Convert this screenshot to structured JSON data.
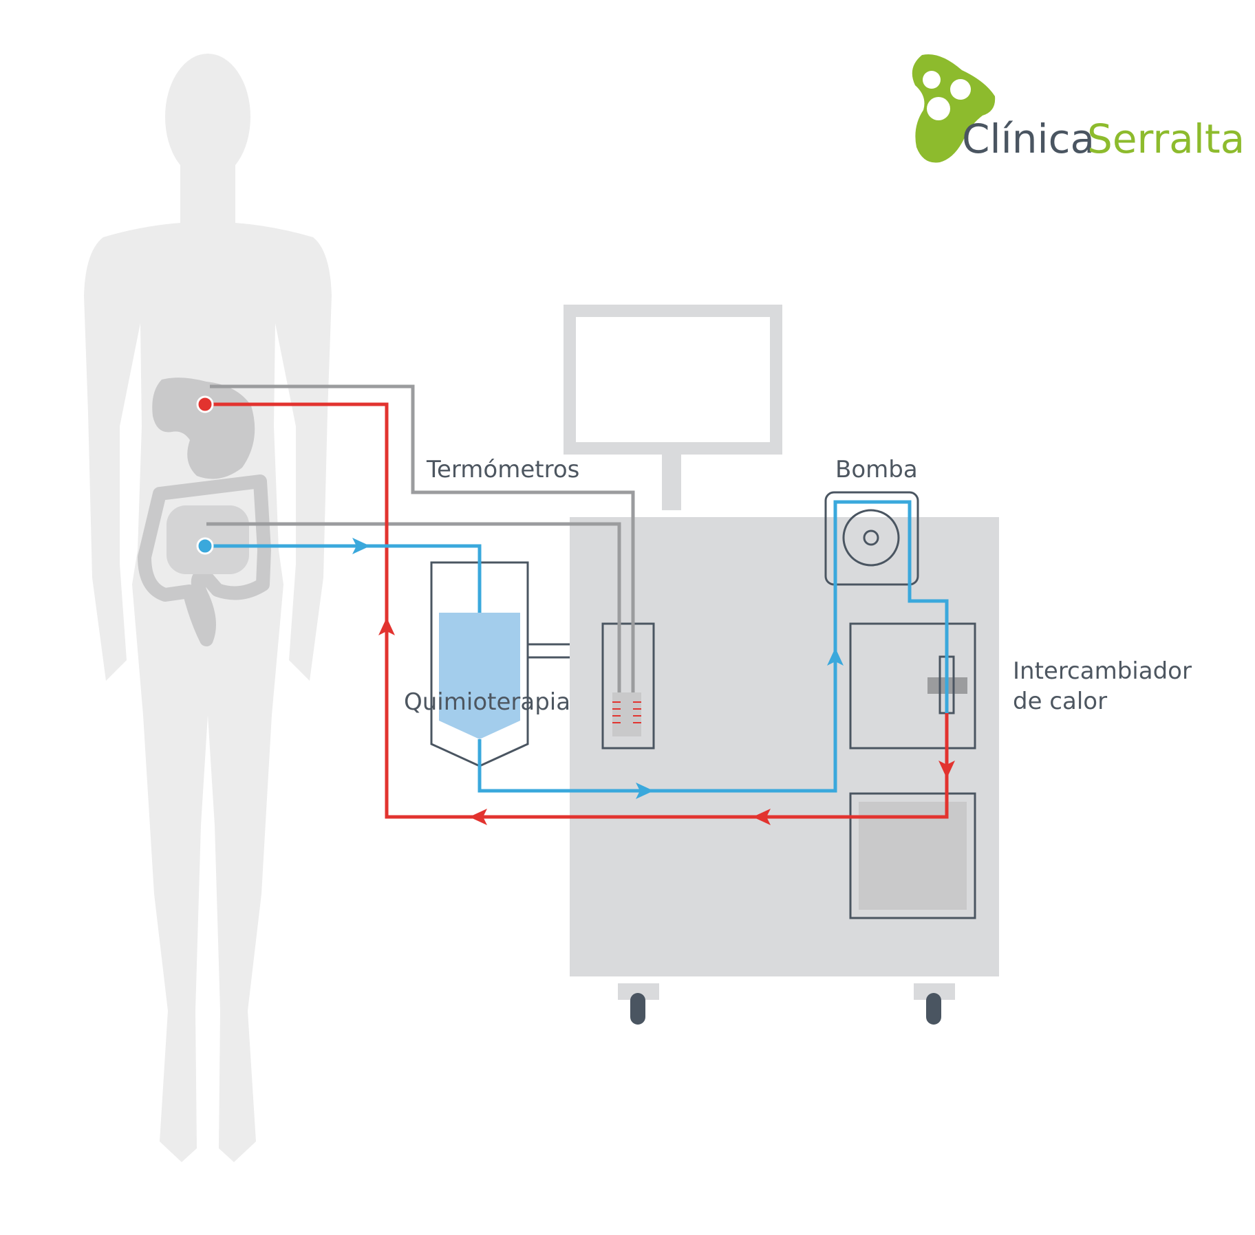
{
  "brand": {
    "name_part1": "Clínica",
    "name_part2": "Serralta",
    "logo_icon": "three-circles-blob-logo",
    "color": "#8dbb2d"
  },
  "labels": {
    "thermometers": "Termómetros",
    "pump": "Bomba",
    "chemotherapy": "Quimioterapia",
    "heat_exchanger_line1": "Intercambiador",
    "heat_exchanger_line2": "de calor"
  },
  "colors": {
    "inflow_line": "#3aa8dc",
    "outflow_line": "#e2332f",
    "thermometer_line": "#9b9c9e",
    "machine_body": "#d9dadc",
    "body_silhouette": "#ececec",
    "organs": "#c9c9ca",
    "outline": "#4a5561"
  }
}
